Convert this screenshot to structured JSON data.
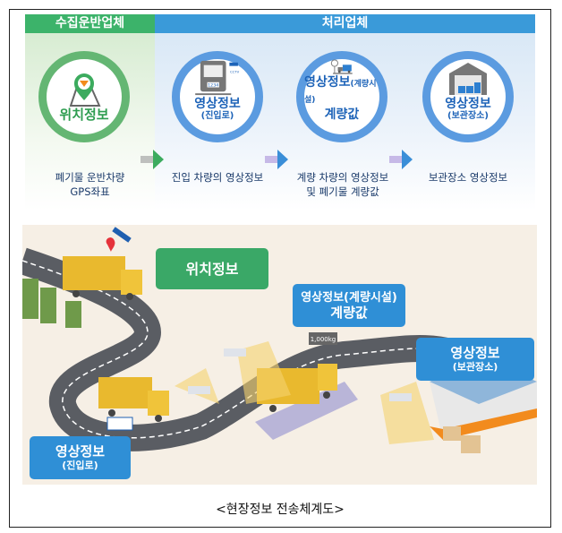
{
  "header": {
    "collector": "수집운반업체",
    "processor": "처리업체"
  },
  "steps": [
    {
      "title": "위치정보",
      "sub": "",
      "desc": [
        "폐기물 운반차량",
        "GPS좌표"
      ],
      "icon": "map-pin-icon"
    },
    {
      "title": "영상정보",
      "sub": "(진입로)",
      "desc": [
        "진입 차량의 영상정보"
      ],
      "icon": "truck-cctv-icon",
      "plate": "1234",
      "cctv": "CCTV"
    },
    {
      "title": "영상정보",
      "title_suffix": "(계량시설)",
      "sub": "계량값",
      "desc": [
        "계량 차량의 영상정보",
        "및 폐기물 계량값"
      ],
      "icon": "truck-scale-icon"
    },
    {
      "title": "영상정보",
      "sub": "(보관장소)",
      "desc": [
        "보관장소 영상정보"
      ],
      "icon": "warehouse-icon"
    }
  ],
  "illustration": {
    "callouts": {
      "location": "위치정보",
      "weigh_title": "영상정보(계량시설)",
      "weigh_sub": "계량값",
      "storage_title": "영상정보",
      "storage_sub": "(보관장소)",
      "entry_title": "영상정보",
      "entry_sub": "(진입로)"
    },
    "scale_display": "1,000kg"
  },
  "caption": "<현장정보 전송체계도>",
  "colors": {
    "green": "#3cb36a",
    "blue": "#3a9ad9",
    "callout_blue": "#2f8fd6",
    "callout_green": "#3aa867"
  }
}
